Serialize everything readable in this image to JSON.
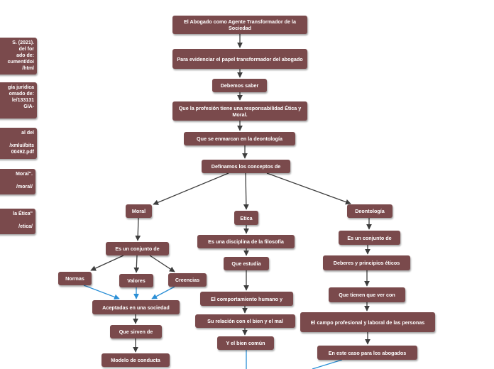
{
  "colors": {
    "node_fill": "#7a4a4c",
    "node_text": "#ffffff",
    "connector_dark": "#3d3d3d",
    "connector_blue": "#2a8fd6"
  },
  "nodes": {
    "root": "El Abogado como Agente Transformador de la Sociedad",
    "evidenciar": "Para evidenciar el papel transformador del abogado",
    "debemos_saber": "Debemos saber",
    "profesion": "Que la profesión tiene una responsabilidad Ética y Moral.",
    "deontologia_enmarcan": "Que se enmarcan en la deontología",
    "definamos": "Definamos los conceptos de",
    "moral": "Moral",
    "etica": "Etica",
    "deontologia": "Deontología",
    "es_un_conjunto_de_moral": "Es un conjunto de",
    "normas": "Normas",
    "valores": "Valores",
    "creencias": "Creencias",
    "aceptadas": "Aceptadas en una sociedad",
    "que_sirven_de": "Que sirven de",
    "modelo_conducta": "Modelo de conducta",
    "disciplina": "Es una disciplina de la filosofía",
    "que_estudia": "Que estudia",
    "comportamiento": "El comportamiento humano y",
    "relacion": "Su relación con el bien y el mal",
    "bien_comun": "Y el bien común",
    "es_un_conjunto_de_deont": "Es un conjunto de",
    "deberes": "Deberes y principios éticos",
    "que_tienen": "Que tienen que ver con",
    "campo": "El campo profesional y laboral de las personas",
    "en_este_caso": "En este caso para los abogados"
  },
  "sidebar_refs": [
    "S. (2021).\n del for\nado de:\ncument/doi\n/html",
    "gía jurídica\nomado de:\nle/133131\nGIA-",
    "al del\n\n/xmlui/bits\n00492.pdf",
    "Moral\".\n\n/moral/",
    "la Ética\"\n\n/etica/"
  ]
}
